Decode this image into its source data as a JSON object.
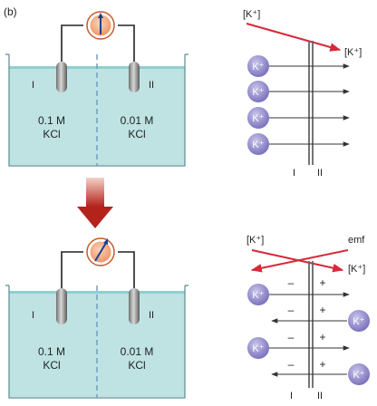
{
  "figure": {
    "panel_label": "(b)",
    "top_cell": {
      "compartment_left": "I",
      "compartment_right": "II",
      "left_conc": "0.1 M",
      "left_salt": "KCl",
      "right_conc": "0.01 M",
      "right_salt": "KCl"
    },
    "bottom_cell": {
      "compartment_left": "I",
      "compartment_right": "II",
      "left_conc": "0.1 M",
      "left_salt": "KCl",
      "right_conc": "0.01 M",
      "right_salt": "KCl"
    },
    "top_flux": {
      "gradient_left": "[K⁺]",
      "gradient_right": "[K⁺]",
      "ion": "K⁺",
      "side_left": "I",
      "side_right": "II"
    },
    "bottom_flux": {
      "gradient_left": "[K⁺]",
      "emf": "emf",
      "gradient_right": "[K⁺]",
      "ion": "K⁺",
      "minus": "–",
      "plus": "+",
      "side_left": "I",
      "side_right": "II"
    },
    "colors": {
      "solution": "#bfe3e3",
      "solution_edge": "#8fcfd0",
      "meter": "#f2a37c",
      "meter_edge": "#c45b2c",
      "needle": "#1d3f8c",
      "gradient_arrow": "#d8283a",
      "ion_fill": "#8d87c8",
      "transition_arrow": "#b3231c"
    }
  }
}
